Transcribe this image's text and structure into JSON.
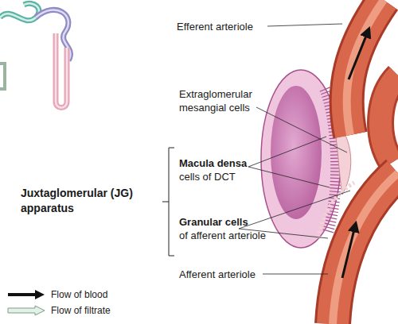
{
  "diagram": {
    "labels": [
      "Efferent arteriole",
      "Extraglomerular mesangial cells",
      "Macula densa",
      "cells of DCT",
      "Juxtaglomerular (JG) apparatus",
      "Granular cells",
      "of afferent arteriole",
      "Afferent arteriole"
    ],
    "legend": [
      {
        "text": "Flow of blood"
      },
      {
        "text": "Flow of filtrate"
      }
    ]
  }
}
